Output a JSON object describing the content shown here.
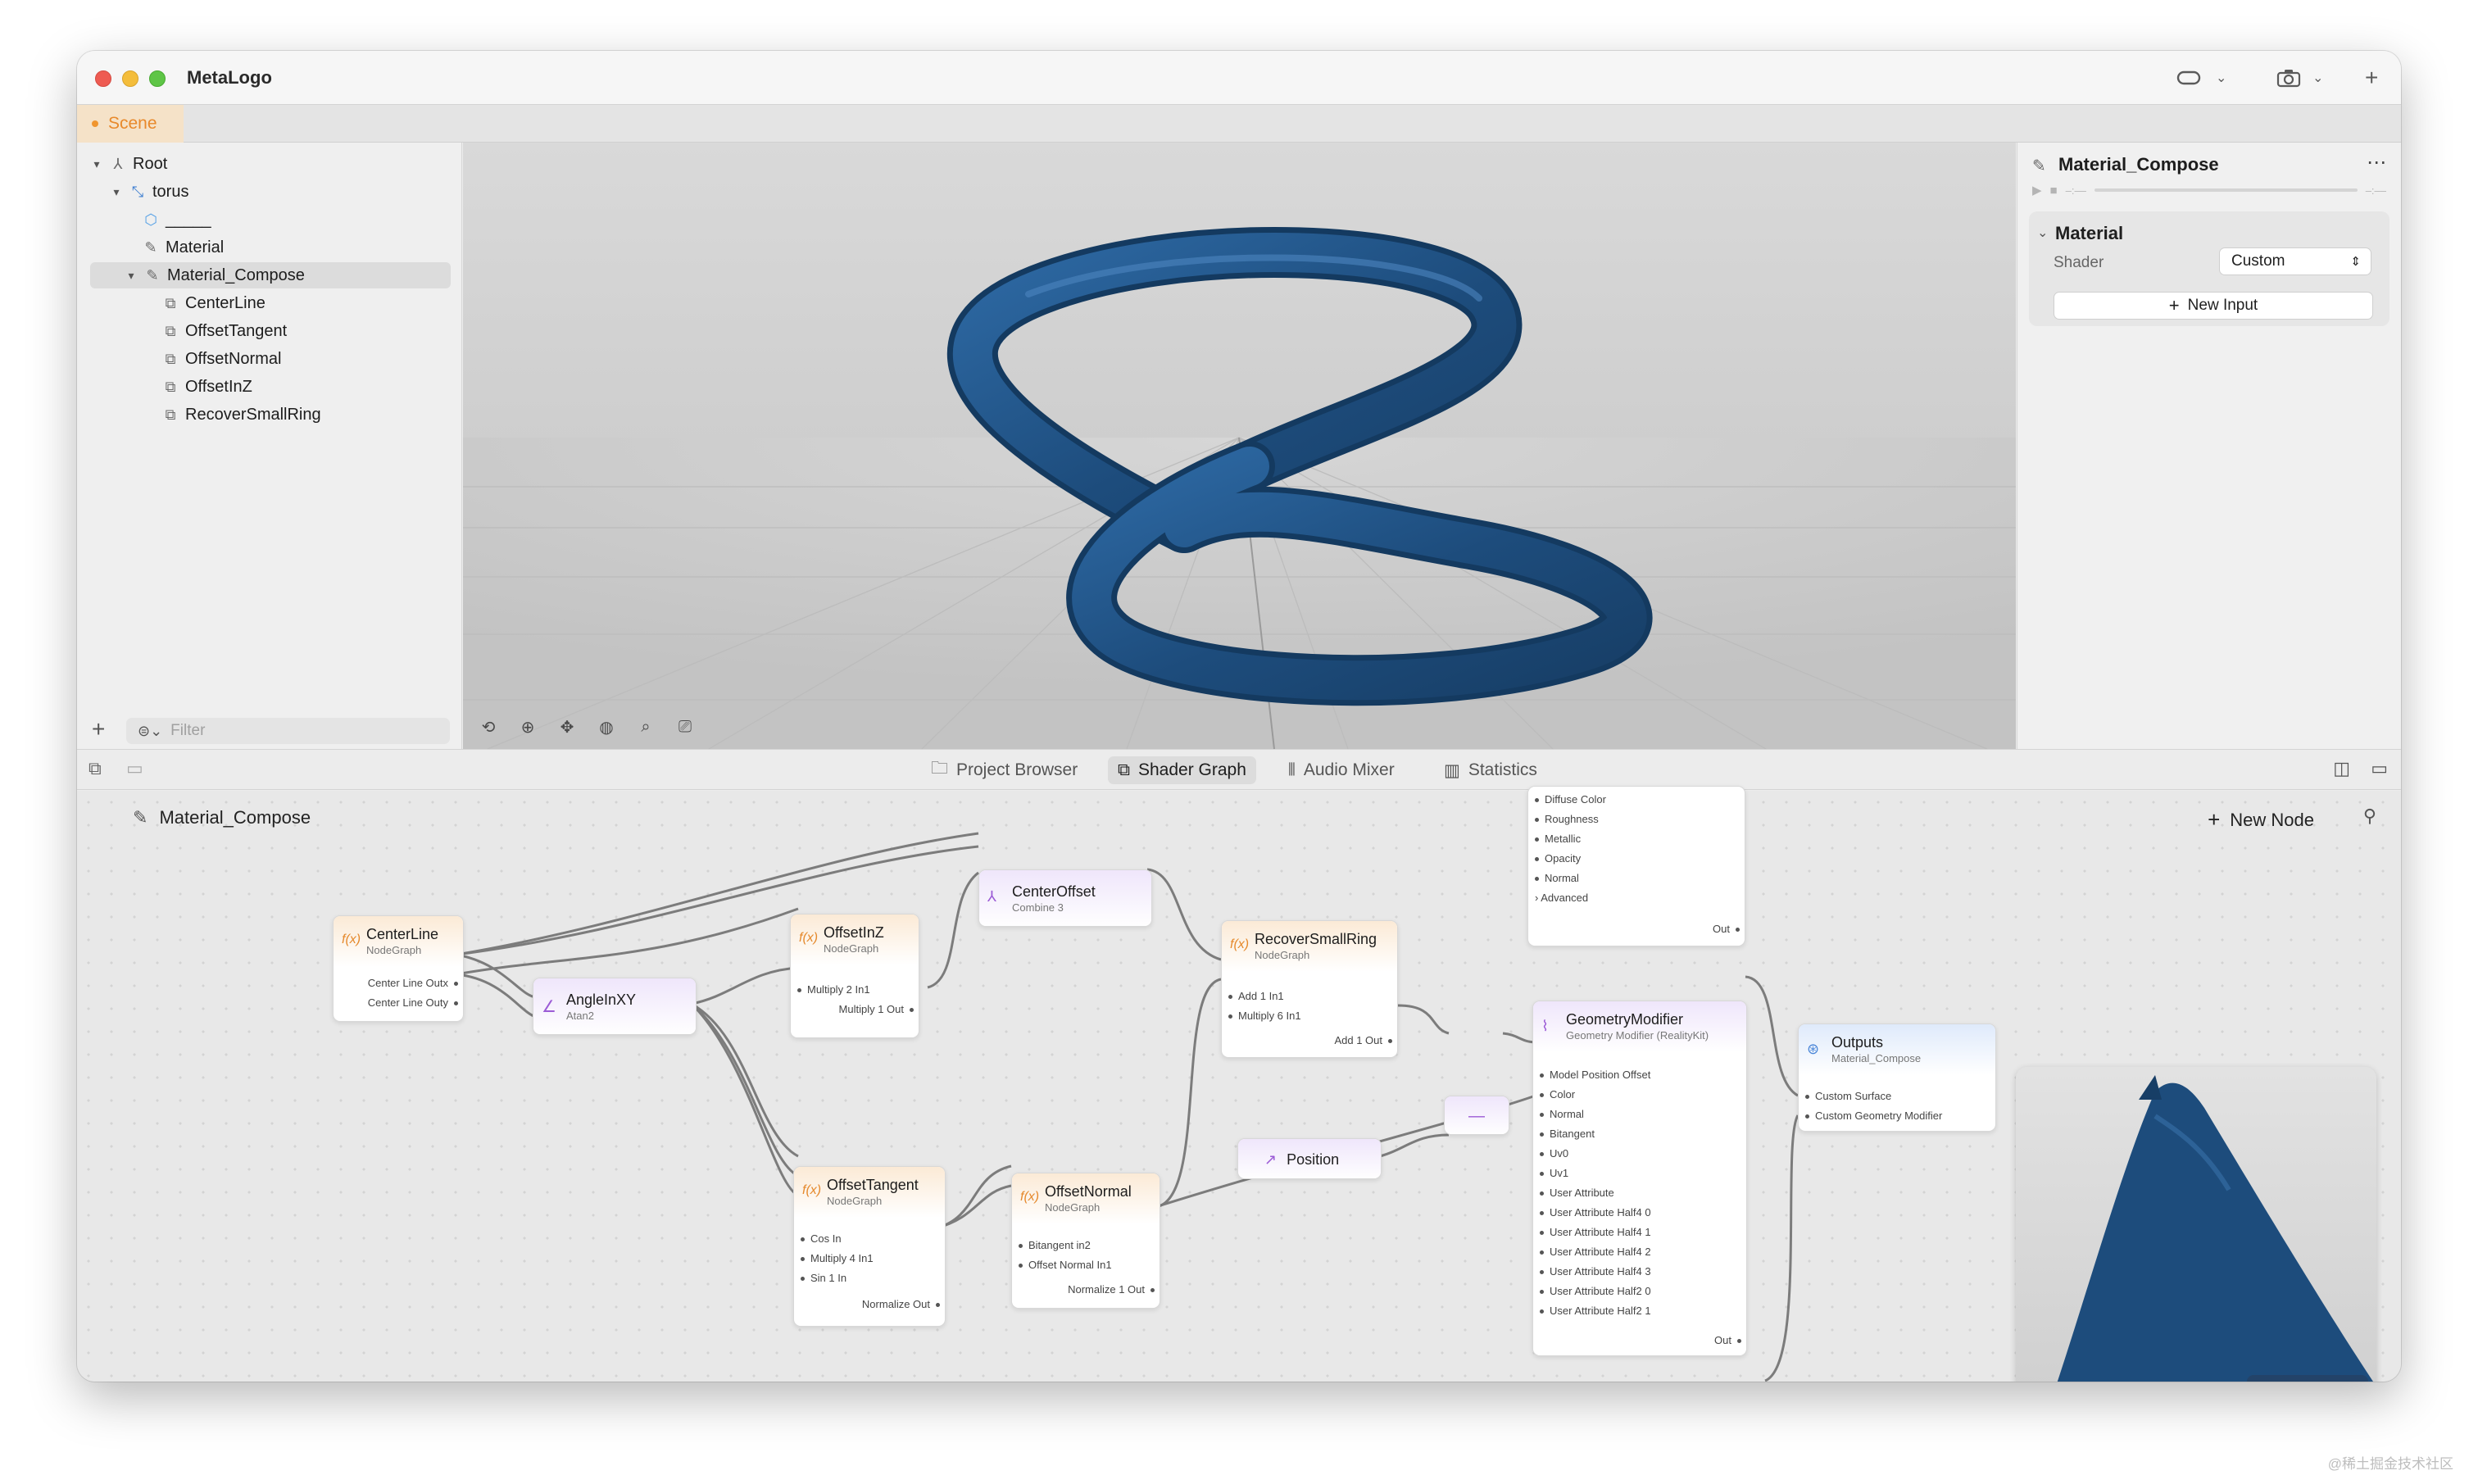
{
  "window": {
    "app_title": "MetaLogo"
  },
  "tabbar": {
    "scene_tab": "Scene"
  },
  "tree": {
    "items": [
      {
        "label": "Root"
      },
      {
        "label": "torus"
      },
      {
        "label": "_____"
      },
      {
        "label": "Material"
      },
      {
        "label": "Material_Compose"
      },
      {
        "label": "CenterLine"
      },
      {
        "label": "OffsetTangent"
      },
      {
        "label": "OffsetNormal"
      },
      {
        "label": "OffsetInZ"
      },
      {
        "label": "RecoverSmallRing"
      }
    ],
    "filter_placeholder": "Filter"
  },
  "inspector": {
    "title": "Material_Compose",
    "section_title": "Material",
    "shader_label": "Shader",
    "shader_value": "Custom",
    "new_input_label": "New Input"
  },
  "midbar": {
    "tabs": [
      "Project Browser",
      "Shader Graph",
      "Audio Mixer",
      "Statistics"
    ],
    "active_tab": "Shader Graph"
  },
  "graph": {
    "title": "Material_Compose",
    "new_node_label": "New Node",
    "nodes": {
      "centerline": {
        "title": "CenterLine",
        "sub": "NodeGraph",
        "outs": [
          "Center Line Outx",
          "Center Line Outy"
        ]
      },
      "angle": {
        "title": "AngleInXY",
        "sub": "Atan2"
      },
      "offsetinz": {
        "title": "OffsetInZ",
        "sub": "NodeGraph",
        "ins": [
          "Multiply 2 In1"
        ],
        "outs": [
          "Multiply 1 Out"
        ]
      },
      "centeroffset": {
        "title": "CenterOffset",
        "sub": "Combine 3"
      },
      "recover": {
        "title": "RecoverSmallRing",
        "sub": "NodeGraph",
        "ins": [
          "Add 1 In1",
          "Multiply 6 In1"
        ],
        "outs": [
          "Add 1 Out"
        ]
      },
      "position": {
        "title": "Position"
      },
      "minus": {
        "title": "—"
      },
      "surface": {
        "ins": [
          "Diffuse Color",
          "Roughness",
          "Metallic",
          "Opacity",
          "Normal",
          "Advanced"
        ],
        "outs": [
          "Out"
        ]
      },
      "geometry": {
        "title": "GeometryModifier",
        "sub": "Geometry Modifier (RealityKit)",
        "ins": [
          "Model Position Offset",
          "Color",
          "Normal",
          "Bitangent",
          "Uv0",
          "Uv1",
          "User Attribute",
          "User Attribute Half4 0",
          "User Attribute Half4 1",
          "User Attribute Half4 2",
          "User Attribute Half4 3",
          "User Attribute Half2 0",
          "User Attribute Half2 1"
        ],
        "outs": [
          "Out"
        ]
      },
      "outputs": {
        "title": "Outputs",
        "sub": "Material_Compose",
        "ins": [
          "Custom Surface",
          "Custom Geometry Modifier"
        ]
      },
      "tangent": {
        "title": "OffsetTangent",
        "sub": "NodeGraph",
        "ins": [
          "Cos In",
          "Multiply 4 In1",
          "Sin 1 In"
        ],
        "outs": [
          "Normalize Out"
        ]
      },
      "normal": {
        "title": "OffsetNormal",
        "sub": "NodeGraph",
        "ins": [
          "Bitangent in2",
          "Offset Normal In1"
        ],
        "outs": [
          "Normalize 1 Out"
        ]
      }
    }
  },
  "colors": {
    "accent_orange": "#e8892b",
    "torus_blue": "#1f4f7e",
    "graph_bg": "#e8e8e8"
  },
  "watermark": "@稀土掘金技术社区"
}
